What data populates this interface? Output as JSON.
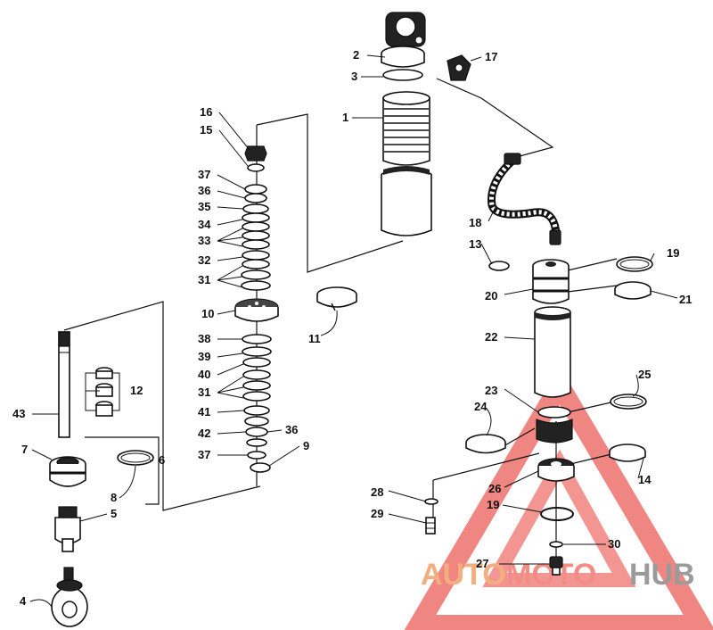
{
  "diagram": {
    "labels": {
      "p1": "1",
      "p2": "2",
      "p3": "3",
      "p4": "4",
      "p5": "5",
      "p6": "6",
      "p7": "7",
      "p8": "8",
      "p9": "9",
      "p10": "10",
      "p11": "11",
      "p12": "12",
      "p13": "13",
      "p14": "14",
      "p15": "15",
      "p16": "16",
      "p17": "17",
      "p18": "18",
      "p19a": "19",
      "p19b": "19",
      "p20": "20",
      "p21": "21",
      "p22": "22",
      "p23": "23",
      "p24": "24",
      "p25": "25",
      "p26": "26",
      "p27": "27",
      "p28": "28",
      "p29": "29",
      "p30": "30",
      "p31a": "31",
      "p31b": "31",
      "p32": "32",
      "p33": "33",
      "p34": "34",
      "p35": "35",
      "p36a": "36",
      "p36b": "36",
      "p37a": "37",
      "p37b": "37",
      "p38": "38",
      "p39": "39",
      "p40": "40",
      "p41": "41",
      "p42": "42",
      "p43": "43"
    }
  },
  "watermark": {
    "part1": "AUTO",
    "part2": "MOTO",
    "part3": "HUB",
    "colors": {
      "triangle": "#e8413a",
      "auto": "#f2a06a",
      "hub": "#8a8a8a"
    }
  }
}
